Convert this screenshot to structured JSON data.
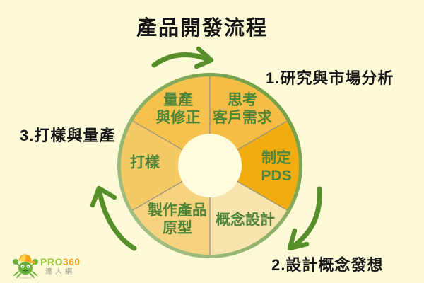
{
  "title": "產品開發流程",
  "palette": {
    "background": "#FDFAD8",
    "hole": "#FEFBDE",
    "arrow_green": "#578F2B",
    "ring_green_dark": "#6C9B3C",
    "ring_green_light": "#ABC48E",
    "segment_text_green": "#4F8539",
    "divider_gray": "#90907F",
    "note_black": "#161616"
  },
  "cycle": {
    "segments": [
      {
        "label": "思考\n客戶需求",
        "color": "#F5BD45"
      },
      {
        "label": "制定\nPDS",
        "color": "#F0AC10"
      },
      {
        "label": "概念設計",
        "color": "#F8E5AE"
      },
      {
        "label": "製作產品\n原型",
        "color": "#F6D47F"
      },
      {
        "label": "打樣",
        "color": "#F5C964"
      },
      {
        "label": "量產\n與修正",
        "color": "#F5C24E"
      }
    ]
  },
  "annotations": [
    {
      "text": "1.研究與市場分析"
    },
    {
      "text": "2.設計概念發想"
    },
    {
      "text": "3.打樣與量產"
    }
  ],
  "logo": {
    "brand_pro": "PRO",
    "brand_360": "360",
    "tagline": "達人網",
    "crab_green": "#69B13C",
    "cap_orange": "#F9A51A",
    "cap_yellow": "#FFD34D"
  }
}
